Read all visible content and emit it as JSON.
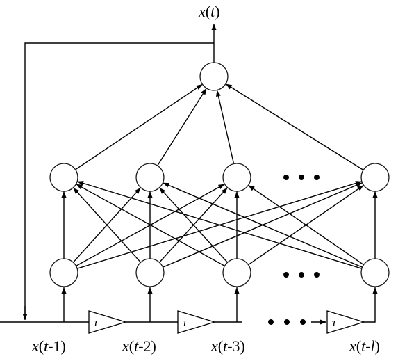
{
  "output_label": {
    "var": "x",
    "open": "(",
    "t": "t",
    "close": ")"
  },
  "delay_symbol": "τ",
  "input_labels": [
    {
      "var": "x",
      "open": "(",
      "t": "t",
      "sep": "-",
      "n": "1",
      "n_italic": false,
      "close": ")"
    },
    {
      "var": "x",
      "open": "(",
      "t": "t",
      "sep": "-",
      "n": "2",
      "n_italic": false,
      "close": ")"
    },
    {
      "var": "x",
      "open": "(",
      "t": "t",
      "sep": "-",
      "n": "3",
      "n_italic": false,
      "close": ")"
    },
    {
      "var": "x",
      "open": "(",
      "t": "t",
      "sep": "-",
      "n": "l",
      "n_italic": true,
      "close": ")"
    }
  ],
  "colors": {
    "stroke": "#000000",
    "fill": "#ffffff"
  }
}
